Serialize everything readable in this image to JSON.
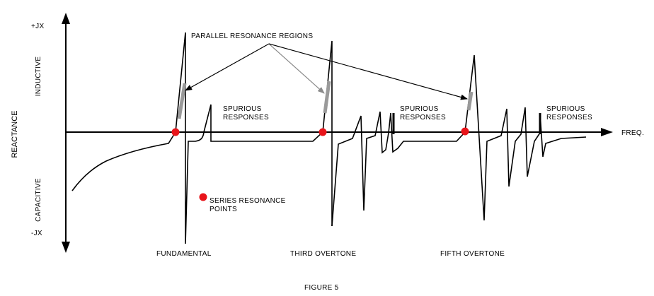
{
  "diagram": {
    "y_axis_label": "REACTANCE",
    "y_top_label": "+JX",
    "y_bottom_label": "-JX",
    "inductive_label": "INDUCTIVE",
    "capacitive_label": "CAPACITIVE",
    "x_axis_label": "FREQ.",
    "parallel_resonance_label": "PARALLEL RESONANCE REGIONS",
    "spurious_labels": [
      [
        "SPURIOUS",
        "RESPONSES"
      ],
      [
        "SPURIOUS",
        "RESPONSES"
      ],
      [
        "SPURIOUS",
        "RESPONSES"
      ]
    ],
    "legend_label": [
      "SERIES RESONANCE",
      "POINTS"
    ],
    "modes": [
      "FUNDAMENTAL",
      "THIRD OVERTONE",
      "FIFTH OVERTONE"
    ],
    "caption": "FIGURE 5",
    "colors": {
      "curve": "#000000",
      "series_point": "#e8141a",
      "parallel_region": "#9a9a9a",
      "pointer_gray": "#8a8a8a"
    }
  }
}
